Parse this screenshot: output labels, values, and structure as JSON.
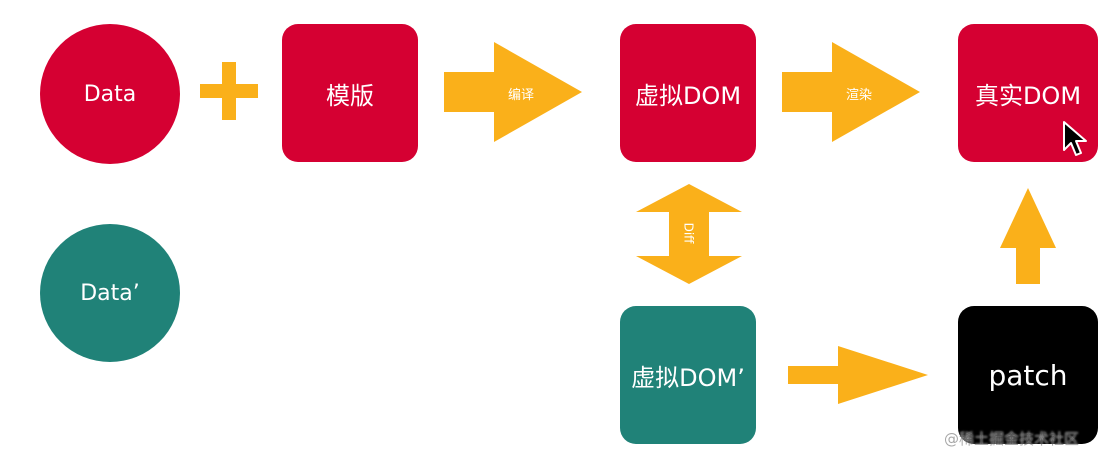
{
  "colors": {
    "red": "#d50032",
    "teal": "#208278",
    "orange": "#fab01a",
    "black": "#000000"
  },
  "nodes": {
    "data": "Data",
    "template": "模版",
    "vdom": "虚拟DOM",
    "real_dom": "真实DOM",
    "data_prime": "Data’",
    "vdom_prime": "虚拟DOM’",
    "patch": "patch"
  },
  "arrows": {
    "compile": "编译",
    "render": "渲染",
    "diff": "Diff"
  },
  "icons": {
    "plus": "plus-icon",
    "cursor": "cursor-icon"
  },
  "watermark": "@稀土掘金技术社区"
}
